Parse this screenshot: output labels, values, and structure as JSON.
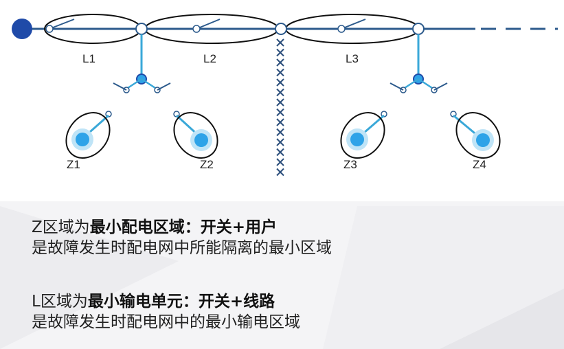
{
  "diagram": {
    "line_labels": [
      "L1",
      "L2",
      "L3"
    ],
    "zone_labels": [
      "Z1",
      "Z2",
      "Z3",
      "Z4"
    ],
    "colors": {
      "feeder": "#2c5a8c",
      "source_node": "#1f4aa8",
      "branch": "#3aa8d8",
      "load": "#2ea3e8",
      "load_halo": "#bfe4f7",
      "cross_mark": "#2c4f7c",
      "outline": "#111111"
    }
  },
  "text": {
    "z_block": {
      "line1_plain": "Z区域为",
      "line1_bold": "最小配电区域：开关+用户",
      "line2": "是故障发生时配电网中所能隔离的最小区域"
    },
    "l_block": {
      "line1_plain": "L区域为",
      "line1_bold": "最小输电单元：开关+线路",
      "line2": "是故障发生时配电网中的最小输电区域"
    }
  }
}
